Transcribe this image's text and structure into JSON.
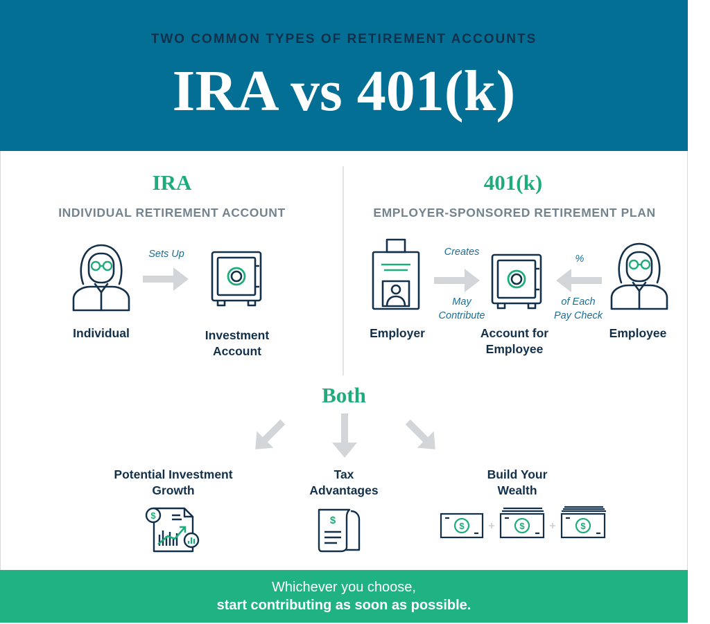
{
  "header": {
    "kicker": "TWO COMMON TYPES OF RETIREMENT ACCOUNTS",
    "title": "IRA vs 401(k)",
    "bg_color": "#036f95"
  },
  "ira": {
    "title": "IRA",
    "subtitle": "INDIVIDUAL RETIREMENT ACCOUNT",
    "individual_label": "Individual",
    "arrow_note": "Sets Up",
    "account_label_1": "Investment",
    "account_label_2": "Account"
  },
  "k401": {
    "title": "401(k)",
    "subtitle": "EMPLOYER-SPONSORED RETIREMENT PLAN",
    "employer_label": "Employer",
    "creates_note": "Creates",
    "may_note_1": "May",
    "may_note_2": "Contribute",
    "account_label_1": "Account for",
    "account_label_2": "Employee",
    "pct_note": "%",
    "paycheck_note_1": "of Each",
    "paycheck_note_2": "Pay Check",
    "employee_label": "Employee"
  },
  "both": {
    "title": "Both",
    "items": [
      {
        "line1": "Potential Investment",
        "line2": "Growth",
        "icon": "investment-report-icon"
      },
      {
        "line1": "Tax",
        "line2": "Advantages",
        "icon": "tax-document-icon"
      },
      {
        "line1": "Build Your",
        "line2": "Wealth",
        "icon": "cash-stack-icon"
      }
    ]
  },
  "footer": {
    "line1": "Whichever you choose,",
    "line2": "start contributing as soon as possible.",
    "bg_color": "#21b283"
  },
  "colors": {
    "navy": "#13304a",
    "green": "#1fac7d",
    "gray": "#73848f",
    "arrow": "#d3d6d8"
  }
}
